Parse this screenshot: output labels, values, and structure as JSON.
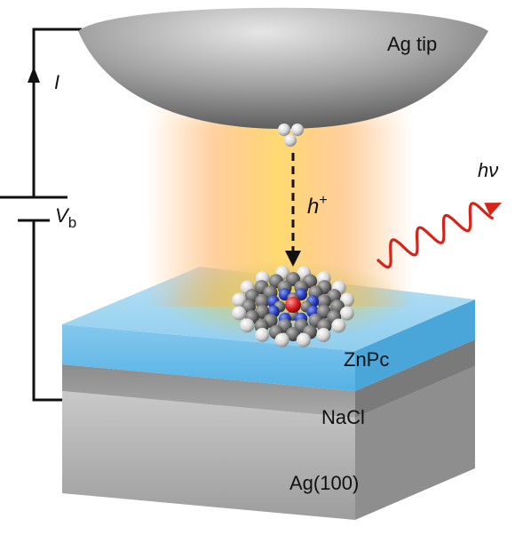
{
  "labels": {
    "tip": "Ag tip",
    "current": "I",
    "bias_main": "V",
    "bias_sub": "b",
    "hole": "h",
    "hole_sup": "+",
    "photon_h": "h",
    "photon_nu": "ν",
    "molecule_layer": "ZnPc",
    "insulator": "NaCl",
    "substrate": "Ag(100)"
  },
  "colors": {
    "tip": "#9a9a9a",
    "plasmon_glow": "#f6c25a",
    "znpc_layer": "#7cc6ec",
    "nacl_layer": "#a8a8a8",
    "ag_substrate": "#bdbdbd",
    "photon_wave": "#d62418",
    "circuit": "#111111"
  },
  "icons": {
    "molecule": "znpc-molecule-icon",
    "tip_atoms": "atom-cluster-icon",
    "battery": "battery-icon"
  }
}
